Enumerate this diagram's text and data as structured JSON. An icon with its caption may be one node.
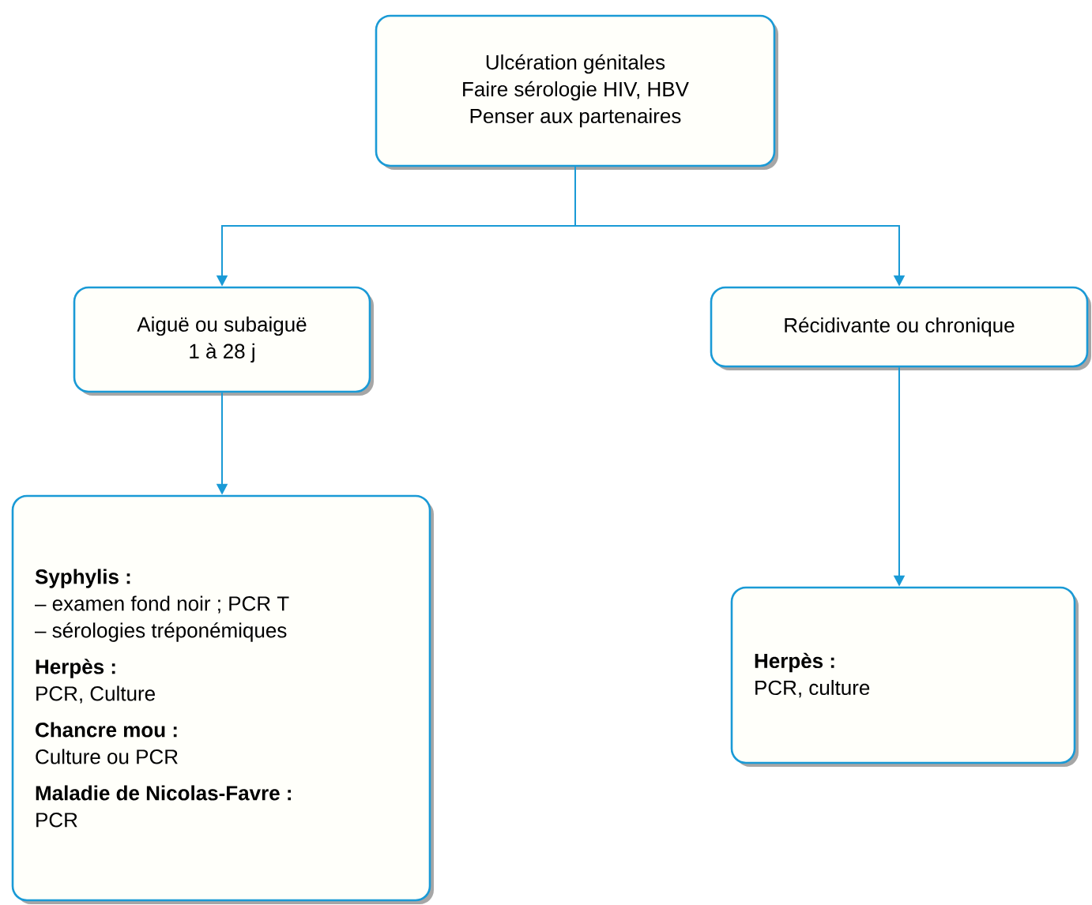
{
  "diagram": {
    "nodes": [
      {
        "text": [
          "Ulcération génitales",
          "Faire sérologie HIV, HBV",
          "Penser aux partenaires"
        ]
      },
      {
        "text": [
          "Aiguë ou subaiguë",
          "1 à 28 j"
        ]
      },
      {
        "text": [
          "Récidivante ou chronique"
        ]
      },
      {
        "text": [
          "Syphylis :",
          "– examen fond noir ; PCR T",
          "– sérologies tréponémiques",
          "Herpès :",
          "PCR, Culture",
          "Chancre mou :",
          "Culture ou PCR",
          "Maladie de Nicolas-Favre :",
          "PCR"
        ]
      },
      {
        "text": [
          "Herpès :",
          "PCR, culture"
        ]
      }
    ],
    "edges": [
      {
        "from": 0,
        "to": 1,
        "arrow": "to"
      },
      {
        "from": 0,
        "to": 2,
        "arrow": "to"
      },
      {
        "from": 1,
        "to": 3,
        "arrow": "to"
      },
      {
        "from": 2,
        "to": 4,
        "arrow": "to"
      }
    ]
  }
}
